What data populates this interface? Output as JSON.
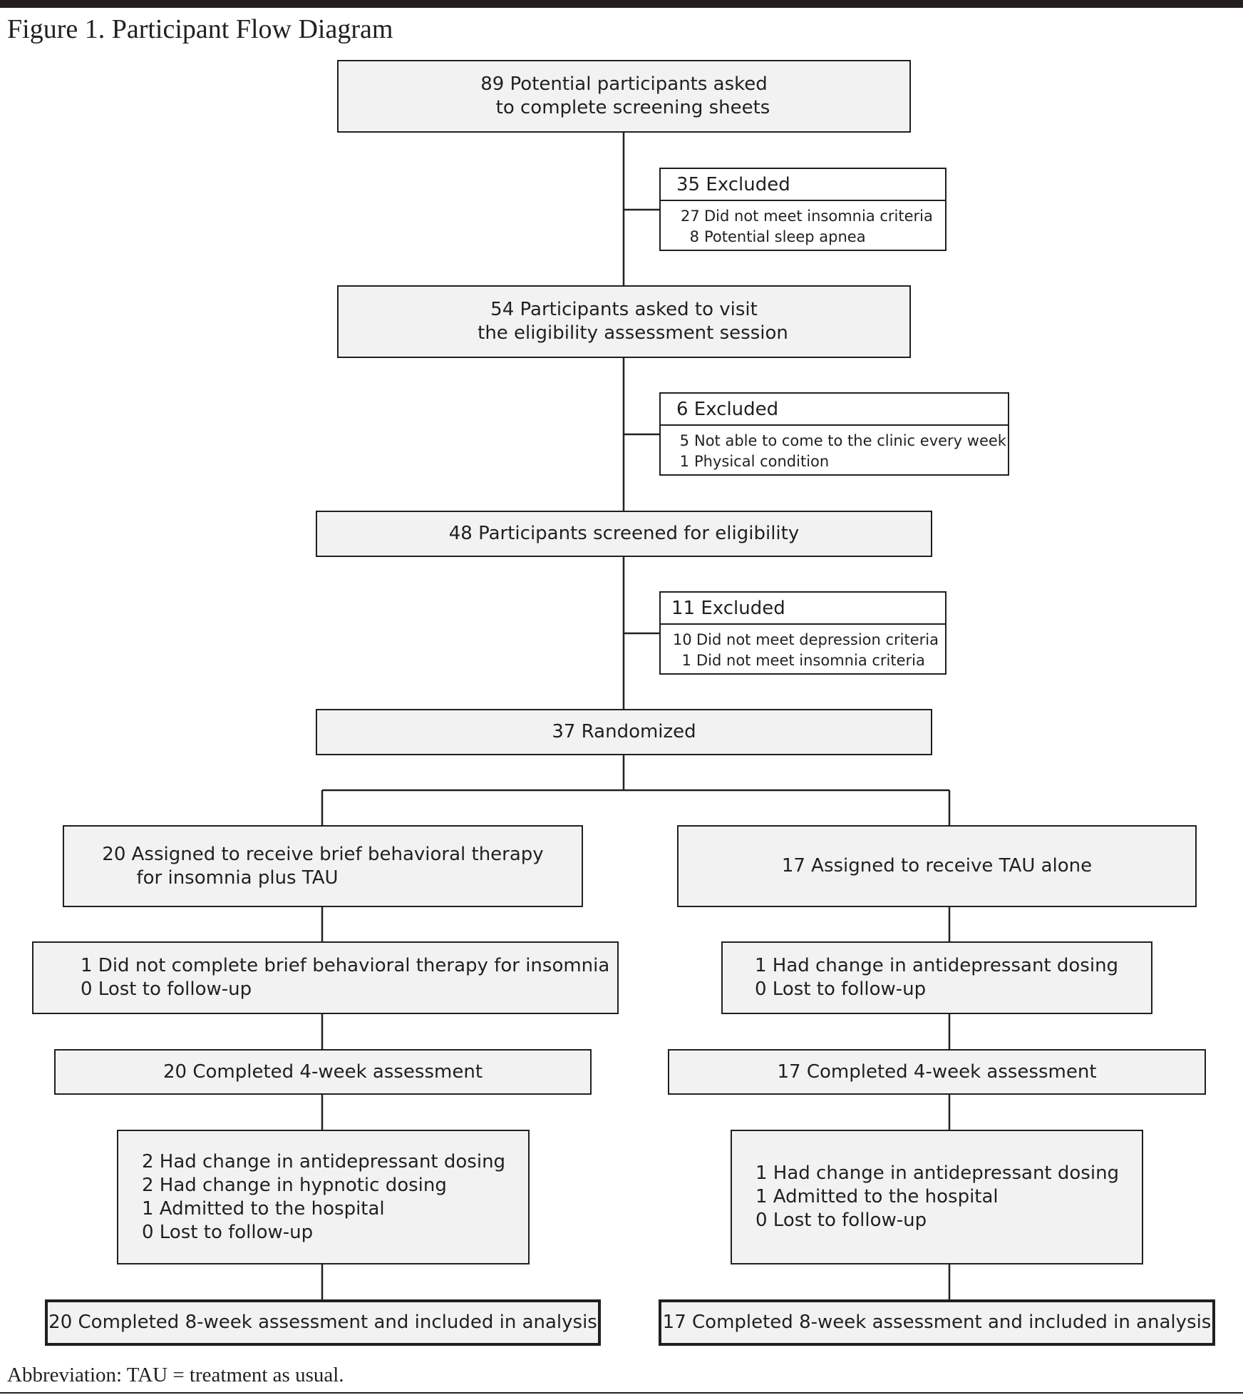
{
  "title": "Figure 1. Participant Flow Diagram",
  "footnote": "Abbreviation: TAU = treatment as usual.",
  "screening": [
    "89 Potential participants asked",
    "to complete screening sheets"
  ],
  "excluded_1": {
    "header": "35 Excluded",
    "rows": [
      {
        "n": "27",
        "reason": "Did not meet insomnia criteria"
      },
      {
        "n": "8",
        "reason": "Potential sleep apnea"
      }
    ]
  },
  "visit": [
    "54 Participants asked to visit",
    "the eligibility assessment session"
  ],
  "excluded_2": {
    "header": "6 Excluded",
    "rows": [
      {
        "n": "5",
        "reason": "Not able to come to the clinic every week"
      },
      {
        "n": "1",
        "reason": "Physical condition"
      }
    ]
  },
  "eligibility": "48 Participants screened for eligibility",
  "excluded_3": {
    "header": "11 Excluded",
    "rows": [
      {
        "n": "10",
        "reason": "Did not meet depression criteria"
      },
      {
        "n": "1",
        "reason": "Did not meet insomnia criteria"
      }
    ]
  },
  "randomized": "37 Randomized",
  "bbti_arm": {
    "assigned": [
      "20 Assigned to receive brief behavioral therapy",
      "for insomnia plus TAU"
    ],
    "events_1": [
      "1 Did not complete brief behavioral therapy for insomnia",
      "0 Lost to follow-up"
    ],
    "week4": "20 Completed 4-week assessment",
    "events_2": [
      "2 Had change in antidepressant dosing",
      "2 Had change in hypnotic dosing",
      "1 Admitted to the hospital",
      "0 Lost to follow-up"
    ],
    "week8": "20 Completed 8-week assessment and included in analysis"
  },
  "tau_arm": {
    "assigned": "17 Assigned to receive TAU alone",
    "events_1": [
      "1 Had change in antidepressant dosing",
      "0 Lost to follow-up"
    ],
    "week4": "17 Completed 4-week assessment",
    "events_2": [
      "1 Had change in antidepressant dosing",
      "1 Admitted to the hospital",
      "0 Lost to follow-up"
    ],
    "week8": "17 Completed 8-week assessment and included in analysis"
  }
}
